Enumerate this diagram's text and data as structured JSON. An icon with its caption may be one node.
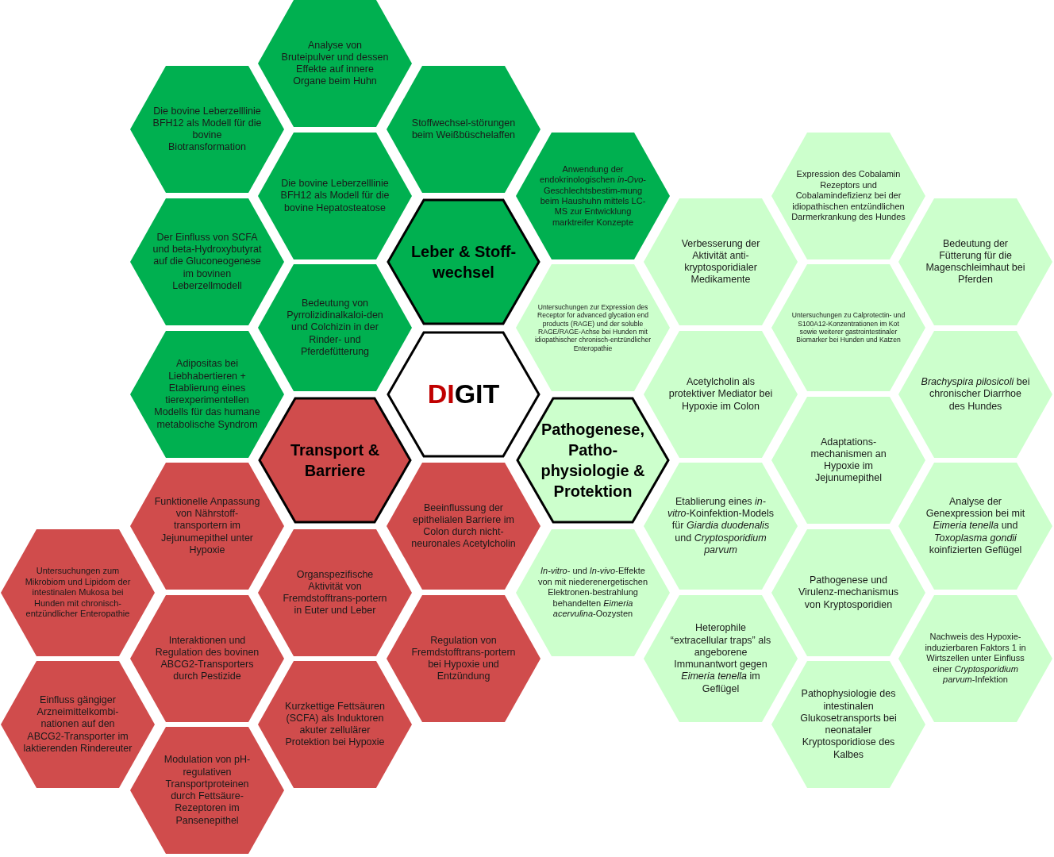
{
  "diagram": {
    "nodes": [
      {
        "text": [
          "Analyse von Bruteipulver und dessen Effekte auf innere Organe beim Huhn"
        ]
      },
      {
        "text": [
          "Die bovine Leberzelllinie BFH12 als Modell für die bovine Biotransformation"
        ]
      },
      {
        "text": [
          "Stoffwechsel-störungen beim Weißbüschelaffen"
        ]
      },
      {
        "text": [
          "Die bovine Leberzelllinie BFH12 als Modell für die bovine Hepatosteatose"
        ]
      },
      {
        "text": [
          "Anwendung der endokrinologischen *in-Ovo*-Geschlechtsbestim-mung beim Haushuhn mittels LC-MS zur Entwicklung marktreifer Konzepte"
        ]
      },
      {
        "text": [
          "Expression des Cobalamin Rezeptors und Cobalamindefizienz bei der idiopathischen entzündlichen Darmerkrankung des Hundes"
        ]
      },
      {
        "text": [
          "Der Einfluss von SCFA und beta-Hydroxybutyrat auf die Gluconeogenese im bovinen Leberzellmodell"
        ]
      },
      {
        "text": [
          "Leber & Stoff-wechsel"
        ]
      },
      {
        "text": [
          "Verbesserung der Aktivität anti-kryptosporidialer Medikamente"
        ]
      },
      {
        "text": [
          "Bedeutung der Fütterung für die Magenschleimhaut bei Pferden"
        ]
      },
      {
        "text": [
          "Bedeutung von Pyrrolizidinalkaloi-den und Colchizin in der Rinder- und Pferdefütterung"
        ]
      },
      {
        "text": [
          "Untersuchungen zur Expression des Receptor for advanced glycation end products (RAGE) und der soluble RAGE/RAGE-Achse bei Hunden mit idiopathischer chronisch-entzündlicher Enteropathie"
        ]
      },
      {
        "text": [
          "Untersuchungen zu Calprotectin- und S100A12-Konzentrationen im Kot sowie weiterer gastrointestinaler Biomarker bei Hunden und Katzen"
        ]
      },
      {
        "text": [
          "Adipositas bei Liebhabertieren + Etablierung eines tierexperimentellen Modells für das humane metabolische Syndrom"
        ]
      },
      {
        "text": [
          "DIGIT"
        ]
      },
      {
        "text": [
          "Acetylcholin als protektiver Mediator bei Hypoxie im Colon"
        ]
      },
      {
        "text": [
          "*Brachyspira pilosicoli* bei chronischer Diarrhoe des Hundes"
        ]
      },
      {
        "text": [
          "Transport & Barriere"
        ]
      },
      {
        "text": [
          "Pathogenese, Patho-physiologie & Protektion"
        ]
      },
      {
        "text": [
          "Adaptations-mechanismen an Hypoxie im Jejunumepithel"
        ]
      },
      {
        "text": [
          "Funktionelle Anpassung von Nährstoff-transportern im Jejunumepithel unter Hypoxie"
        ]
      },
      {
        "text": [
          "Beeinflussung der epithelialen Barriere im Colon durch nicht-neuronales Acetylcholin"
        ]
      },
      {
        "text": [
          "Etablierung eines *in-vitro*-Koinfektion-Models für *Giardia duodenalis* und *Cryptosporidium parvum*"
        ]
      },
      {
        "text": [
          "Analyse der Genexpression bei mit *Eimeria tenella* und *Toxoplasma gondii* koinfizierten Geflügel"
        ]
      },
      {
        "text": [
          "Untersuchungen zum Mikrobiom und Lipidom der intestinalen Mukosa bei Hunden mit chronisch-entzündlicher Enteropathie"
        ]
      },
      {
        "text": [
          "Organspezifische Aktivität von Fremdstofftrans-portern in Euter und Leber"
        ]
      },
      {
        "text": [
          "*In-vitro*- und *In-vivo*-Effekte von mit niederenergetischen Elektronen-bestrahlung behandelten *Eimeria acervulina*-Oozysten"
        ]
      },
      {
        "text": [
          "Pathogenese und Virulenz-mechanismus von Kryptosporidien"
        ]
      },
      {
        "text": [
          "Interaktionen und Regulation des bovinen ABCG2-Transporters durch Pestizide"
        ]
      },
      {
        "text": [
          "Regulation von Fremdstofftrans-portern bei Hypoxie und Entzündung"
        ]
      },
      {
        "text": [
          "Heterophile “extracellular traps” als angeborene Immunantwort gegen *Eimeria tenella* im Geflügel"
        ]
      },
      {
        "text": [
          "Nachweis des Hypoxie-induzierbaren Faktors 1 in Wirtszellen unter Einfluss einer *Cryptosporidium parvum*-Infektion"
        ]
      },
      {
        "text": [
          "Einfluss gängiger Arzneimittelkombi-nationen auf den ABCG2-Transporter im laktierenden Rindereuter"
        ]
      },
      {
        "text": [
          "Kurzkettige Fettsäuren (SCFA) als Induktoren akuter zellulärer Protektion bei Hypoxie"
        ]
      },
      {
        "text": [
          "Pathophysiologie des intestinalen Glukosetransports bei neonataler Kryptosporidiose des Kalbes"
        ]
      },
      {
        "text": [
          "Modulation von pH-regulativen Transportproteinen durch Fettsäure-Rezeptoren im Pansenepithel"
        ]
      }
    ]
  }
}
